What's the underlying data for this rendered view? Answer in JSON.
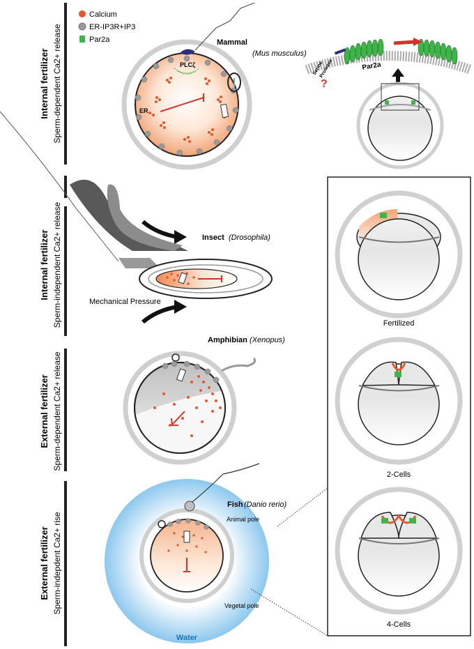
{
  "legend": {
    "calcium": "Calcium",
    "er_receptor": "ER-IP3R+IP3",
    "par2a": "Par2a"
  },
  "sections": [
    {
      "title": "Internal fertilizer",
      "subtitle": "Sperm-dependent Ca2+ release"
    },
    {
      "title": "Internal fertilizer",
      "subtitle": "Sperm-independent Ca2+ release"
    },
    {
      "title": "External fertilizer",
      "subtitle": "Sperm-dependent Ca2+ release"
    },
    {
      "title": "External fertilizer",
      "subtitle": "Sperm-indepdent Ca2+ rise"
    }
  ],
  "mammal": {
    "name": "Mammal",
    "species": "(Mus musculus)",
    "plc": "PLCζ",
    "er": "ER"
  },
  "insect": {
    "name": "Insect",
    "species": "(Drosophila)",
    "pressure": "Mechanical Pressure"
  },
  "amphibian": {
    "name": "Amphibian",
    "species": "(Xenopus)"
  },
  "fish": {
    "name": "Fish",
    "species": "(Danio rerio)",
    "animal_pole": "Animal pole",
    "vegetal_pole": "Vegetal pole",
    "water": "Water"
  },
  "inset": {
    "par2a": "Par2a",
    "serine": "Serine",
    "protease": "Protease",
    "question": "?"
  },
  "stages": {
    "fertilized": "Fertilized",
    "two_cells": "2-Cells",
    "four_cells": "4-Cells"
  },
  "colors": {
    "calcium": "#e8572a",
    "er": "#9a9a9a",
    "par2a": "#3db548",
    "water": "#8cc8ee"
  }
}
